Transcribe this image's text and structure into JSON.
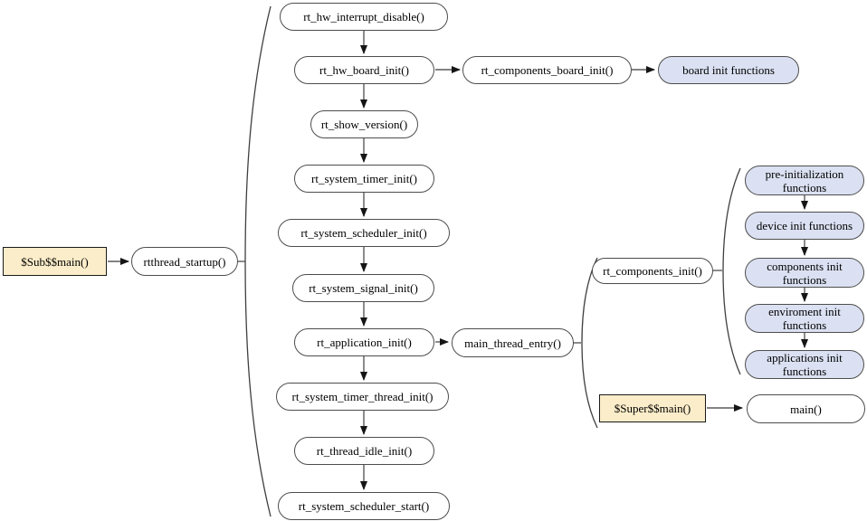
{
  "diagram_type": "flowchart",
  "colors": {
    "node_fill": "#ffffff",
    "highlight_fill_blue": "#dbe1f2",
    "highlight_fill_tan": "#fcedca",
    "node_border": "#4d4d4d",
    "connector": "#5a5a5a",
    "arrowhead": "#151515",
    "text": "#000000"
  },
  "icons": {
    "arrowhead": "filled-triangle-arrowhead",
    "brace": "curly-parenthesis-group"
  },
  "nodes": {
    "sub_main": "$Sub$$main()",
    "rtthread_startup": "rtthread_startup()",
    "rt_hw_interrupt_disable": "rt_hw_interrupt_disable()",
    "rt_hw_board_init": "rt_hw_board_init()",
    "rt_components_board_init": "rt_components_board_init()",
    "board_init_functions": "board init functions",
    "rt_show_version": "rt_show_version()",
    "rt_system_timer_init": "rt_system_timer_init()",
    "rt_system_scheduler_init": "rt_system_scheduler_init()",
    "rt_system_signal_init": "rt_system_signal_init()",
    "rt_application_init": "rt_application_init()",
    "rt_system_timer_thread_init": "rt_system_timer_thread_init()",
    "rt_thread_idle_init": "rt_thread_idle_init()",
    "rt_system_scheduler_start": "rt_system_scheduler_start()",
    "main_thread_entry": "main_thread_entry()",
    "rt_components_init": "rt_components_init()",
    "pre_initialization_functions": "pre-initialization functions",
    "device_init_functions": "device init functions",
    "components_init_functions": "components init functions",
    "enviroment_init_functions": "enviroment init functions",
    "applications_init_functions": "applications init functions",
    "super_main": "$Super$$main()",
    "main": "main()"
  }
}
